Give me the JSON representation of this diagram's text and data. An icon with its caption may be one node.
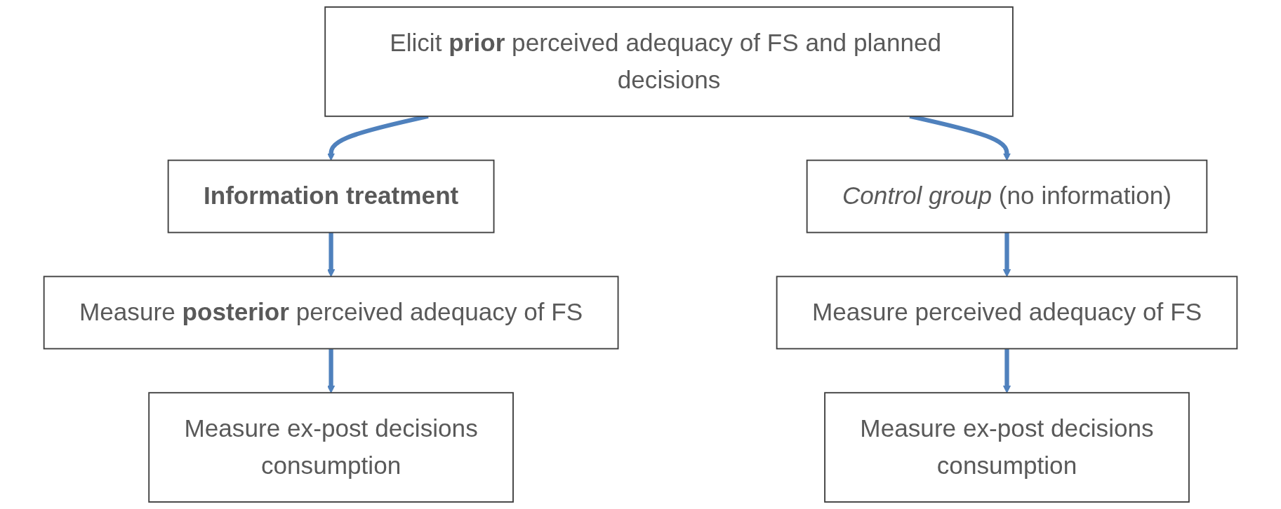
{
  "diagram": {
    "nodes": [
      {
        "text": [
          "Elicit **prior** perceived adequacy of FS and planned decisions"
        ]
      },
      {
        "text": [
          "Information treatment"
        ]
      },
      {
        "text": [
          "*Control group* (no information)"
        ]
      },
      {
        "text": [
          "Measure **posterior** perceived adequacy of FS"
        ]
      },
      {
        "text": [
          "Measure perceived adequacy of FS"
        ]
      },
      {
        "text": [
          "Measure ex-post decisions",
          "consumption"
        ]
      },
      {
        "text": [
          "Measure ex-post decisions",
          "consumption"
        ]
      }
    ],
    "edges": [
      {
        "from": 0,
        "to": 1,
        "arrow": "to"
      },
      {
        "from": 0,
        "to": 2,
        "arrow": "to"
      },
      {
        "from": 1,
        "to": 3,
        "arrow": "to"
      },
      {
        "from": 2,
        "to": 4,
        "arrow": "to"
      },
      {
        "from": 3,
        "to": 5,
        "arrow": "to"
      },
      {
        "from": 4,
        "to": 6,
        "arrow": "to"
      }
    ]
  }
}
